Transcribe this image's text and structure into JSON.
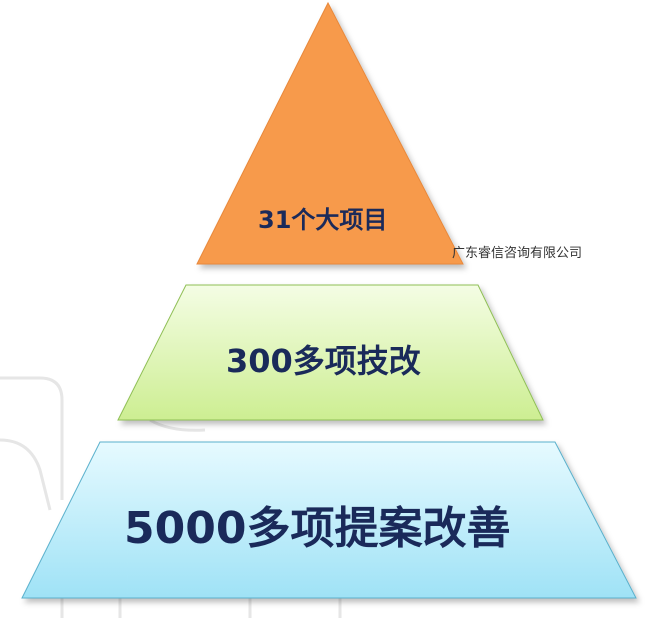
{
  "tiers": {
    "top": {
      "label": "31个大项目",
      "fill": "#f59a4e"
    },
    "middle": {
      "label": "300多项技改",
      "fill": "#d8f2a8"
    },
    "bottom": {
      "label": "5000多项提案改善",
      "fill": "#aee8f7"
    }
  },
  "watermark": "广东睿信咨询有限公司",
  "colors": {
    "label_text": "#1a2a5a",
    "background": "#ffffff"
  }
}
